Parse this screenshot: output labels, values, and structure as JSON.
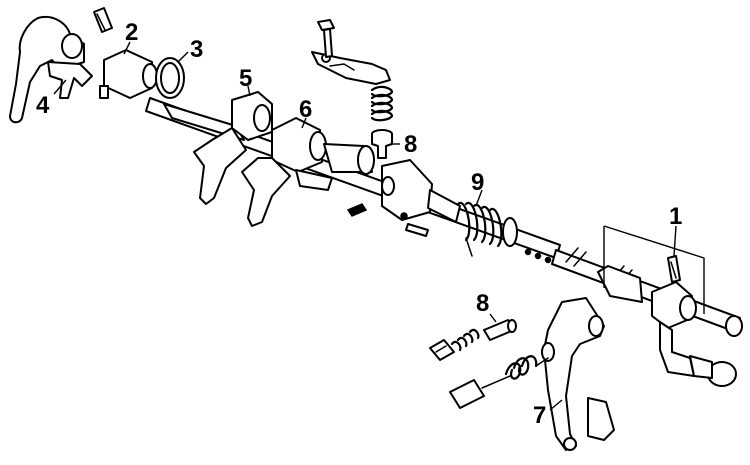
{
  "figure": {
    "callouts": [
      {
        "id": "c1",
        "label": "1"
      },
      {
        "id": "c2",
        "label": "2"
      },
      {
        "id": "c3",
        "label": "3"
      },
      {
        "id": "c4",
        "label": "4"
      },
      {
        "id": "c5",
        "label": "5"
      },
      {
        "id": "c6",
        "label": "6"
      },
      {
        "id": "c7",
        "label": "7"
      },
      {
        "id": "c8a",
        "label": "8"
      },
      {
        "id": "c8b",
        "label": "8"
      },
      {
        "id": "c9",
        "label": "9"
      }
    ],
    "colors": {
      "ink": "#000000",
      "paper": "#ffffff"
    }
  }
}
